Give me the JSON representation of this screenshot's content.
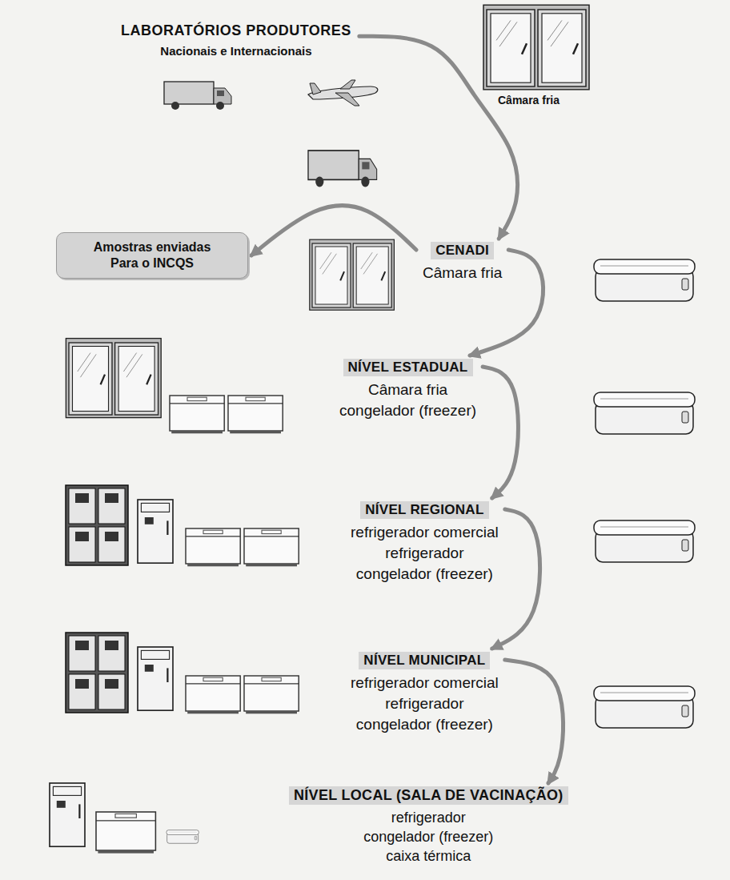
{
  "diagram": {
    "nodes": [
      {
        "text": [
          "LABORATÓRIOS PRODUTORES",
          "Nacionais e Internacionais"
        ]
      },
      {
        "text": [
          "Amostras enviadas Para o INCQS"
        ]
      },
      {
        "text": [
          "CENADI",
          "Câmara fria"
        ]
      },
      {
        "text": [
          "NÍVEL ESTADUAL",
          "Câmara fria",
          "congelador (freezer)"
        ]
      },
      {
        "text": [
          "NÍVEL REGIONAL",
          "refrigerador comercial",
          "refrigerador",
          "congelador (freezer)"
        ]
      },
      {
        "text": [
          "NÍVEL MUNICIPAL",
          "refrigerador comercial",
          "refrigerador",
          "congelador (freezer)"
        ]
      },
      {
        "text": [
          "NÍVEL LOCAL (SALA DE VACINAÇÃO)",
          "refrigerador",
          "congelador (freezer)",
          "caixa térmica"
        ]
      }
    ],
    "edges": [
      {
        "from": 0,
        "to": 2,
        "arrow": "to"
      },
      {
        "from": 2,
        "to": 1,
        "arrow": "to"
      },
      {
        "from": 2,
        "to": 3,
        "arrow": "to"
      },
      {
        "from": 3,
        "to": 4,
        "arrow": "to"
      },
      {
        "from": 4,
        "to": 5,
        "arrow": "to"
      },
      {
        "from": 5,
        "to": 6,
        "arrow": "to"
      }
    ],
    "labels": [
      "Câmara fria"
    ]
  }
}
